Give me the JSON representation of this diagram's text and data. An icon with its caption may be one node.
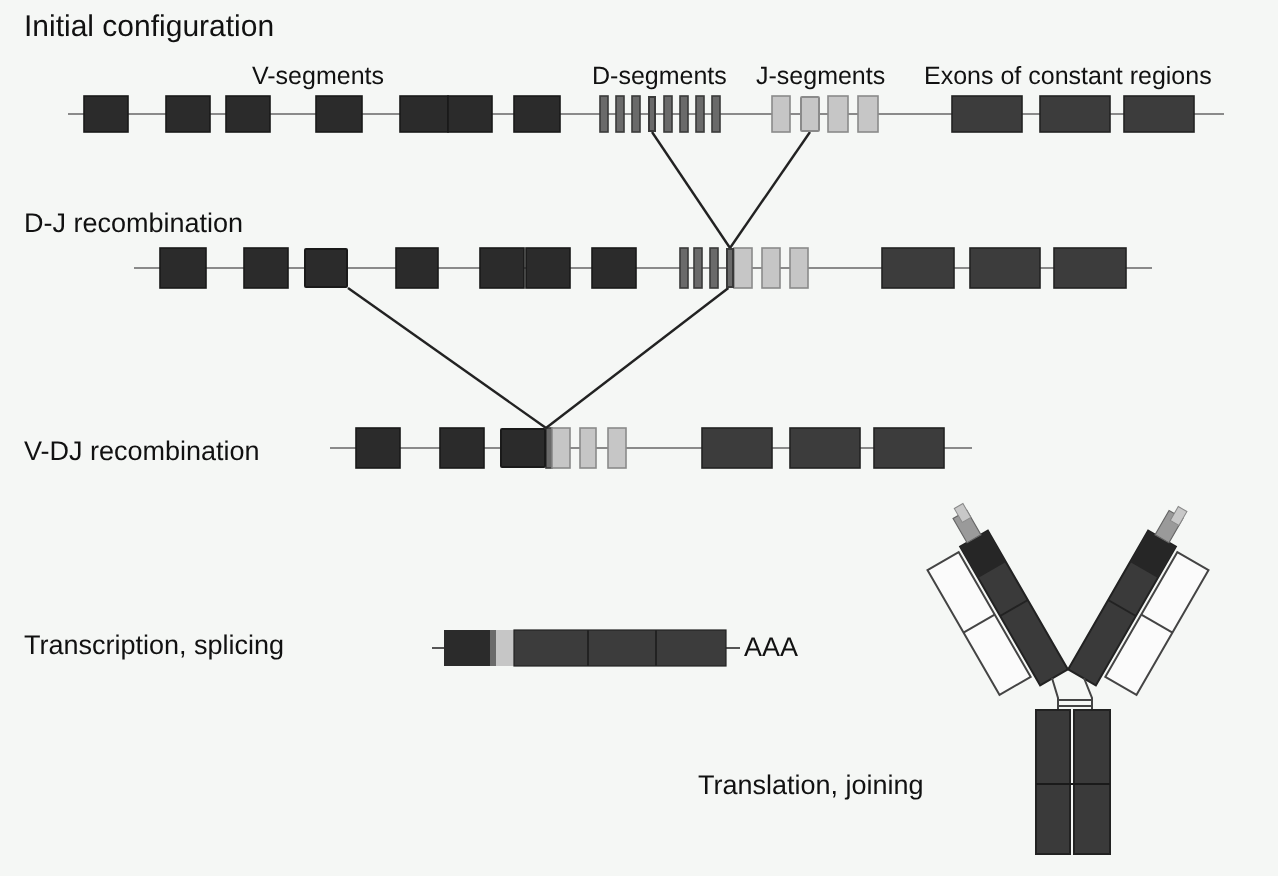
{
  "diagram": {
    "nodes": [
      {
        "text": [],
        "shape": "bar"
      },
      {
        "text": [],
        "shape": "box"
      },
      {
        "text": [],
        "shape": "bar"
      },
      {
        "text": [],
        "shape": "box"
      },
      {
        "text": [],
        "shape": "box"
      }
    ],
    "edges": [
      {
        "from": 0,
        "to": 2,
        "arrow": "none"
      },
      {
        "from": 1,
        "to": 2,
        "arrow": "none"
      },
      {
        "from": 3,
        "to": 4,
        "arrow": "none"
      },
      {
        "from": 2,
        "to": 4,
        "arrow": "none"
      }
    ],
    "labels": [
      "Initial configuration",
      "V-segments",
      "D-segments",
      "J-segments",
      "Exons of constant regions",
      "D-J recombination",
      "V-DJ recombination",
      "Transcription, splicing",
      "AAA",
      "Translation, joining"
    ]
  }
}
